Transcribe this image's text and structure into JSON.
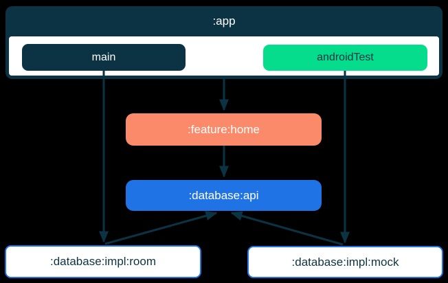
{
  "diagram": {
    "type": "module-dependency-graph",
    "background": "#000000"
  },
  "colors": {
    "background": "#000000",
    "navy": "#0C3344",
    "green": "#05DD8C",
    "coral": "#FB8A6A",
    "blue": "#1F73E4",
    "white": "#FFFFFF"
  },
  "nodes": {
    "app": {
      "label": ":app",
      "fill": "#0C3344",
      "text_color": "#FFFFFF"
    },
    "main": {
      "label": "main",
      "fill": "#0C3344",
      "text_color": "#FFFFFF"
    },
    "androidTest": {
      "label": "androidTest",
      "fill": "#05DD8C",
      "text_color": "#0C3344"
    },
    "feature_home": {
      "label": ":feature:home",
      "fill": "#FB8A6A",
      "text_color": "#FFFFFF"
    },
    "database_api": {
      "label": ":database:api",
      "fill": "#1F73E4",
      "text_color": "#FFFFFF"
    },
    "database_impl_room": {
      "label": ":database:impl:room",
      "fill": "#FFFFFF",
      "border_color": "#1F73E4",
      "text_color": "#0C3344"
    },
    "database_impl_mock": {
      "label": ":database:impl:mock",
      "fill": "#FFFFFF",
      "border_color": "#1F73E4",
      "text_color": "#0C3344"
    }
  },
  "edges": [
    {
      "from": "app",
      "to": "feature_home"
    },
    {
      "from": "feature_home",
      "to": "database_api"
    },
    {
      "from": "main",
      "to": "database_impl_room"
    },
    {
      "from": "androidTest",
      "to": "database_impl_mock"
    },
    {
      "from": "database_impl_room",
      "to": "database_api"
    },
    {
      "from": "database_impl_mock",
      "to": "database_api"
    }
  ]
}
